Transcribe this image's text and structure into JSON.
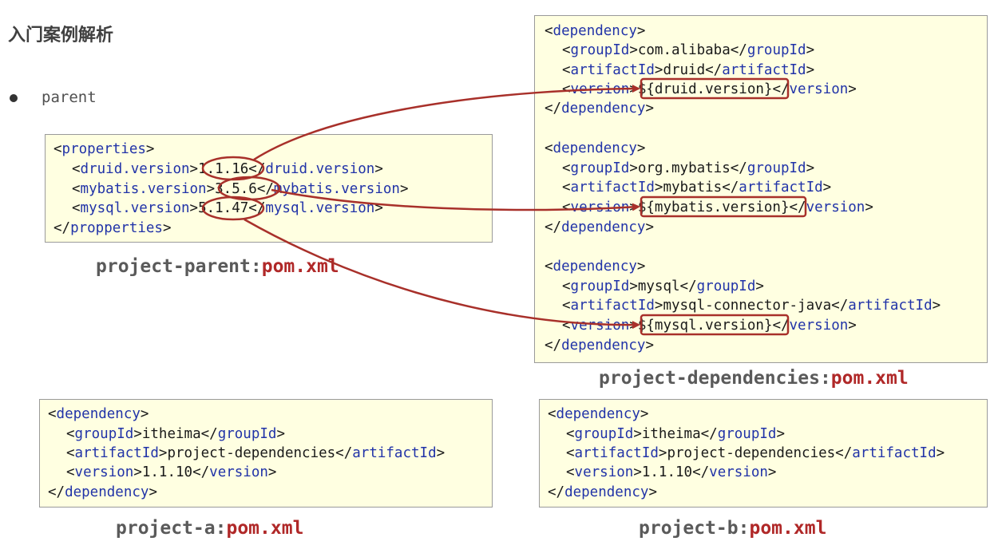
{
  "heading": "入门案例解析",
  "bullet": "parent",
  "captions": {
    "parent": {
      "name": "project-parent:",
      "file": "pom.xml"
    },
    "dependencies": {
      "name": "project-dependencies:",
      "file": "pom.xml"
    },
    "a": {
      "name": "project-a:",
      "file": "pom.xml"
    },
    "b": {
      "name": "project-b:",
      "file": "pom.xml"
    }
  },
  "parent_box": {
    "open_tag": "properties",
    "close_tag": "propperties",
    "props": [
      {
        "tag": "druid.version",
        "value": "1.1.16"
      },
      {
        "tag": "mybatis.version",
        "value": "3.5.6"
      },
      {
        "tag": "mysql.version",
        "value": "5.1.47"
      }
    ]
  },
  "dependencies_box": {
    "deps": [
      {
        "groupId": "com.alibaba",
        "artifactId": "druid",
        "version": "${druid.version}"
      },
      {
        "groupId": "org.mybatis",
        "artifactId": "mybatis",
        "version": "${mybatis.version}"
      },
      {
        "groupId": "mysql",
        "artifactId": "mysql-connector-java",
        "version": "${mysql.version}"
      }
    ]
  },
  "a_box": {
    "groupId": "itheima",
    "artifactId": "project-dependencies",
    "version": "1.1.10"
  },
  "b_box": {
    "groupId": "itheima",
    "artifactId": "project-dependencies",
    "version": "1.1.10"
  },
  "colors": {
    "tag": "#2133a8",
    "highlight": "#b02828",
    "box_bg": "#ffffe1"
  }
}
